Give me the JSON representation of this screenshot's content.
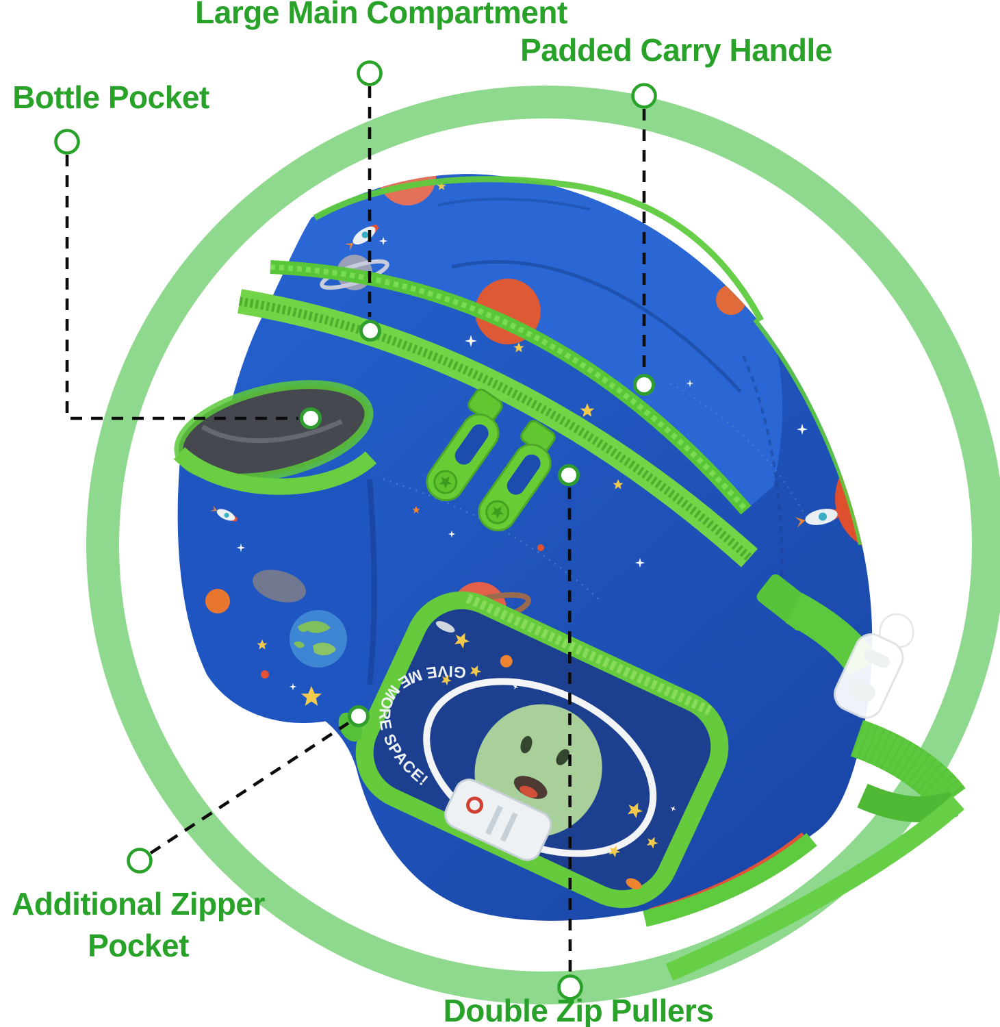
{
  "figure": {
    "kind": "annotated-product-callout-diagram",
    "subject": "Kids insulated lunch bag, blue outer-space print with green trim"
  },
  "annotations": {
    "main_compartment": {
      "label": "Large Main Compartment"
    },
    "carry_handle": {
      "label": "Padded Carry Handle"
    },
    "bottle_pocket": {
      "label": "Bottle Pocket"
    },
    "zipper_pocket": {
      "line1": "Additional Zipper",
      "line2": "Pocket"
    },
    "zip_pullers": {
      "label": "Double Zip Pullers"
    }
  },
  "badge": {
    "text": "GIVE ME MORE SPACE!"
  },
  "colors": {
    "label_green": "#28a228",
    "accent_ring_green": "#8ed98e",
    "connector_black": "#0c0c0c",
    "marker_ring_green": "#2f9e2f",
    "bag_blue": "#1e55bf",
    "bag_navy": "#19459c",
    "trim_green": "#5ecb3e",
    "zipper_green": "#76d548",
    "puller_green": "#67cd35",
    "strap_green": "#62cd43",
    "front_pocket_navy": "#1d3f8f",
    "pocket_interior_gray": "#45484e",
    "alien_green": "#a9cf9b",
    "star_yellow": "#f2c94c",
    "planet_orange": "#dd5a35",
    "background": "#ffffff"
  }
}
